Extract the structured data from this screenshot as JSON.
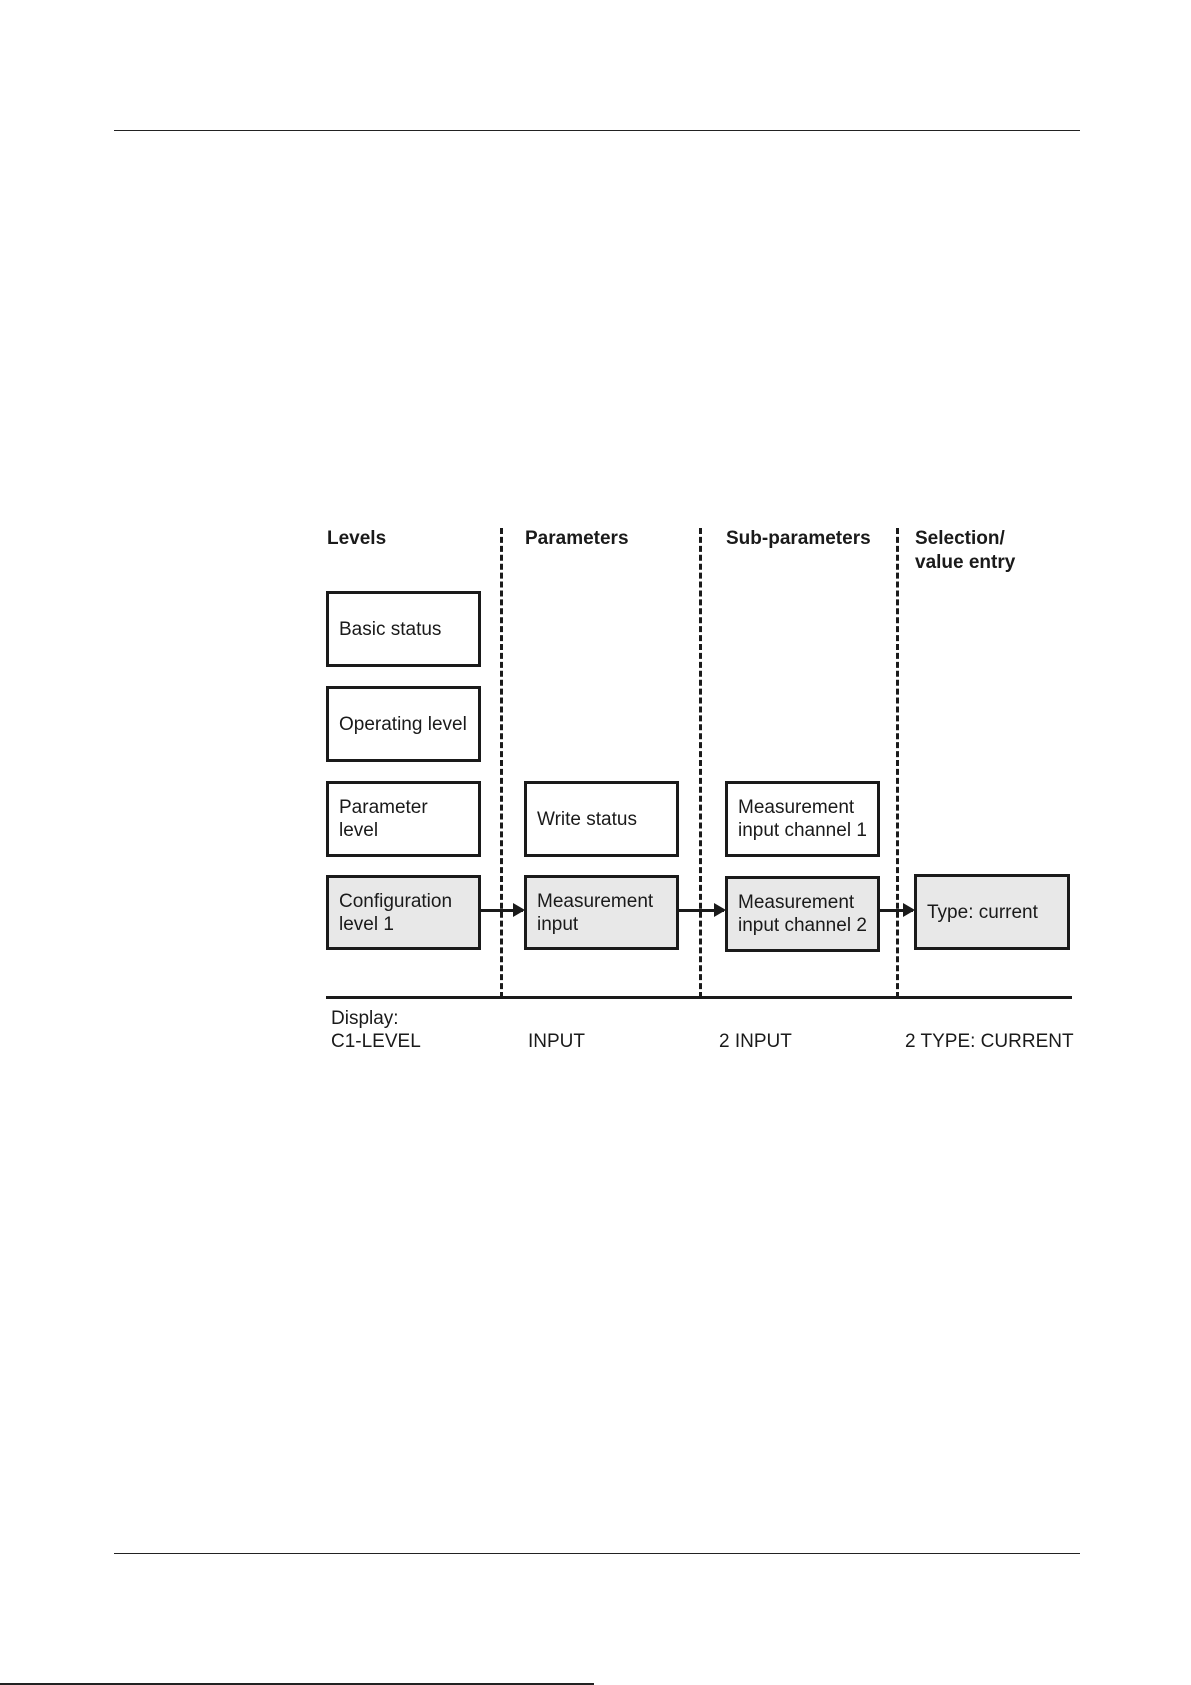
{
  "columns": {
    "levels": "Levels",
    "parameters": "Parameters",
    "sub_parameters": "Sub-parameters",
    "selection": "Selection/\nvalue entry"
  },
  "levels": {
    "basic_status": "Basic status",
    "operating_level": "Operating level",
    "parameter_level": "Parameter\nlevel",
    "configuration_level_1": "Configuration\nlevel 1"
  },
  "parameters": {
    "write_status": "Write status",
    "measurement_input": "Measurement\ninput"
  },
  "sub_parameters": {
    "channel_1": "Measurement\ninput channel 1",
    "channel_2": "Measurement\ninput channel 2"
  },
  "selection": {
    "type_current": "Type: current"
  },
  "display": {
    "label": "Display:",
    "level": "C1-LEVEL",
    "parameter": "INPUT",
    "sub_parameter": "2 INPUT",
    "selection": "2 TYPE: CURRENT"
  },
  "colors": {
    "active_box_fill": "#e8e8e8",
    "line": "#1a1a1a"
  }
}
